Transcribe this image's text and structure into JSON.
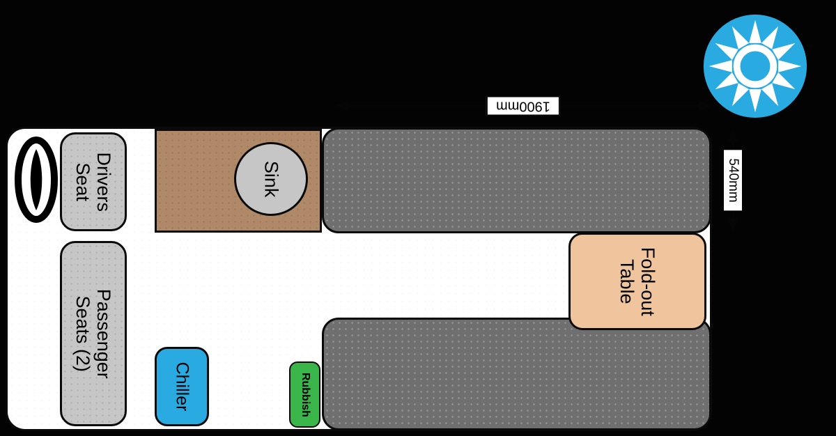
{
  "scene": {
    "background_color": "#020302",
    "description": "Campervan interior floor-plan diagram (rotated)"
  },
  "icons": {
    "sun": "sun-icon",
    "steering_wheel": "steering-wheel-icon"
  },
  "colors": {
    "van_body": "#ffffff",
    "seat": "#c6c6c6",
    "bed": "#6f6f6f",
    "cabinet": "#b08968",
    "table": "#f0c49c",
    "chiller": "#29abe2",
    "rubbish": "#39b54a",
    "sink": "#c6c6c6",
    "sun": "#29abe2"
  },
  "items": {
    "drivers_seat": {
      "lines": [
        "Drivers",
        "Seat"
      ]
    },
    "passenger_seats": {
      "lines": [
        "Passenger",
        "Seats (2)"
      ]
    },
    "sink": {
      "label": "Sink"
    },
    "fold_out_table": {
      "lines": [
        "Fold-out",
        "Table"
      ]
    },
    "chiller": {
      "label": "Chiller"
    },
    "rubbish": {
      "label": "Rubbish"
    }
  },
  "dimensions": {
    "length": "1900mm",
    "width": "540mm"
  }
}
